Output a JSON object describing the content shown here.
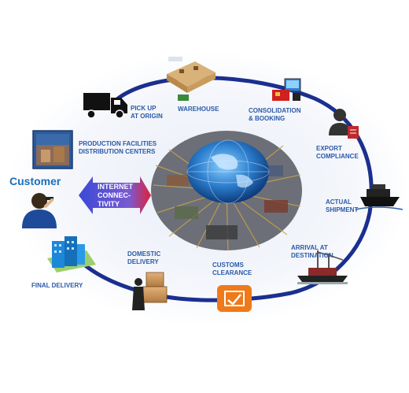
{
  "title": "",
  "customer": "Customer",
  "internet": {
    "line1": "INTERNET",
    "line2": "CONNEC-",
    "line3": "TIVITY"
  },
  "steps": {
    "pickup": {
      "line1": "PICK UP",
      "line2": "AT ORIGIN",
      "icon": "truck-icon"
    },
    "warehouse": {
      "line1": "WAREHOUSE",
      "icon": "warehouse-icon"
    },
    "consolidation": {
      "line1": "CONSOLIDATION",
      "line2": "& BOOKING",
      "icon": "computer-icon"
    },
    "export": {
      "line1": "EXPORT",
      "line2": "COMPLIANCE",
      "icon": "officer-icon"
    },
    "shipment": {
      "line1": "ACTUAL",
      "line2": "SHIPMENT",
      "icon": "ship-icon"
    },
    "arrival": {
      "line1": "ARRIVAL AT",
      "line2": "DESTINATION",
      "icon": "port-crane-icon"
    },
    "customs": {
      "line1": "CUSTOMS",
      "line2": "CLEARANCE",
      "icon": "customs-stamp-icon"
    },
    "domestic": {
      "line1": "DOMESTIC",
      "line2": "DELIVERY",
      "icon": "porter-boxes-icon"
    },
    "final": {
      "line1": "FINAL DELIVERY",
      "icon": "building-icon"
    },
    "production": {
      "line1": "PRODUCTION FACILITIES",
      "line2": "DISTRIBUTION CENTERS",
      "icon": "factory-photo-icon"
    }
  },
  "colors": {
    "ring": "#1a2f8f",
    "label": "#2a5aa8",
    "customer": "#1d6fb8",
    "arrow_left": "#3b49d8",
    "arrow_right": "#e0203a"
  }
}
